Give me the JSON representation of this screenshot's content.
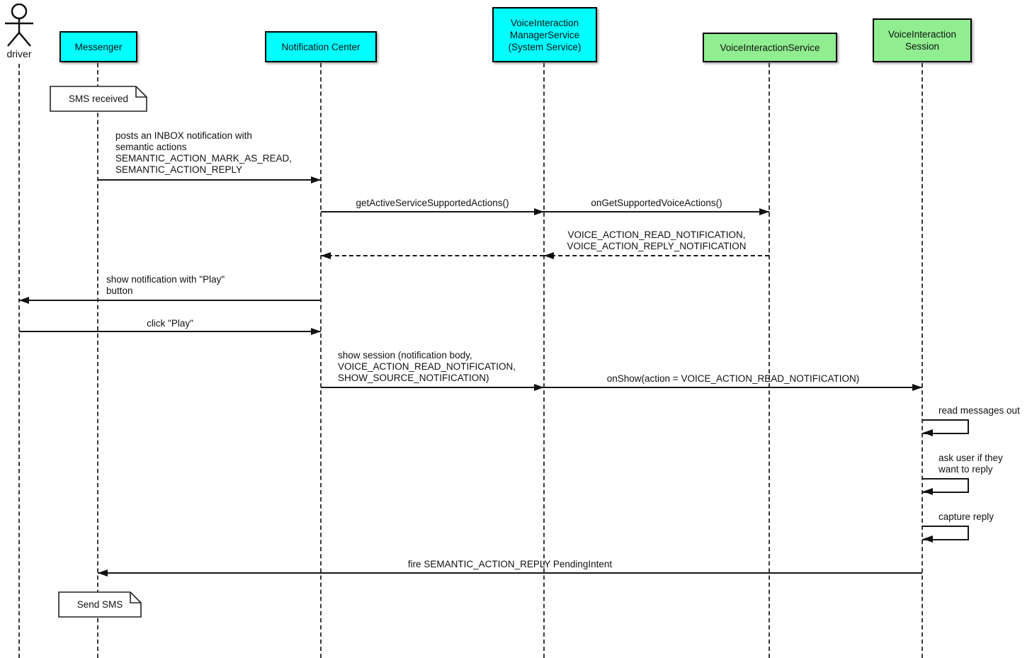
{
  "actor": {
    "label": "driver"
  },
  "participants": [
    {
      "id": "messenger",
      "label": "Messenger",
      "fill": "#00ffff"
    },
    {
      "id": "notification-center",
      "label": "Notification Center",
      "fill": "#00ffff"
    },
    {
      "id": "voice-interaction-manager-service",
      "label": "VoiceInteraction\nManagerService\n(System Service)",
      "fill": "#00ffff"
    },
    {
      "id": "voice-interaction-service",
      "label": "VoiceInteractionService",
      "fill": "#90ee90"
    },
    {
      "id": "voice-interaction-session",
      "label": "VoiceInteraction\nSession",
      "fill": "#90ee90"
    }
  ],
  "notes": [
    {
      "label": "SMS received"
    },
    {
      "label": "Send SMS"
    }
  ],
  "messages": [
    {
      "from": "Messenger",
      "to": "Notification Center",
      "style": "solid",
      "label": "posts an INBOX notification with\nsemantic actions\nSEMANTIC_ACTION_MARK_AS_READ,\nSEMANTIC_ACTION_REPLY"
    },
    {
      "from": "Notification Center",
      "to": "VoiceInteractionManagerService",
      "style": "solid",
      "label": "getActiveServiceSupportedActions()"
    },
    {
      "from": "VoiceInteractionManagerService",
      "to": "VoiceInteractionService",
      "style": "solid",
      "label": "onGetSupportedVoiceActions()"
    },
    {
      "from": "VoiceInteractionService",
      "to": "VoiceInteractionManagerService",
      "style": "dashed",
      "label": "VOICE_ACTION_READ_NOTIFICATION,\nVOICE_ACTION_REPLY_NOTIFICATION"
    },
    {
      "from": "VoiceInteractionManagerService",
      "to": "Notification Center",
      "style": "dashed",
      "label": ""
    },
    {
      "from": "Notification Center",
      "to": "driver",
      "style": "solid",
      "label": "show notification with \"Play\"\nbutton"
    },
    {
      "from": "driver",
      "to": "Notification Center",
      "style": "solid",
      "label": "click \"Play\""
    },
    {
      "from": "Notification Center",
      "to": "VoiceInteractionManagerService",
      "style": "solid",
      "label": "show session (notification body,\nVOICE_ACTION_READ_NOTIFICATION,\nSHOW_SOURCE_NOTIFICATION)"
    },
    {
      "from": "VoiceInteractionManagerService",
      "to": "VoiceInteractionSession",
      "style": "solid",
      "label": "onShow(action = VOICE_ACTION_READ_NOTIFICATION)"
    },
    {
      "self": "VoiceInteractionSession",
      "label": "read messages out"
    },
    {
      "self": "VoiceInteractionSession",
      "label": "ask user if they\nwant to reply"
    },
    {
      "self": "VoiceInteractionSession",
      "label": "capture reply"
    },
    {
      "from": "VoiceInteractionSession",
      "to": "Messenger",
      "style": "solid",
      "label": "fire SEMANTIC_ACTION_REPLY PendingIntent"
    }
  ]
}
